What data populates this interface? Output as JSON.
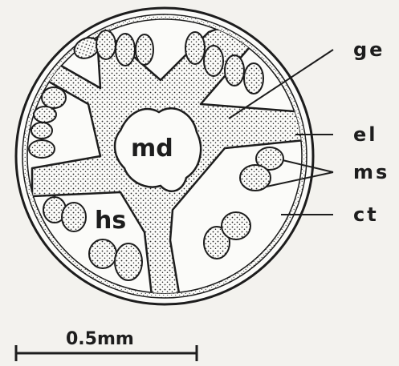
{
  "figure": {
    "labels": {
      "md": "md",
      "hs": "hs",
      "ge": "ge",
      "el": "el",
      "ms": "ms",
      "ct": "ct"
    },
    "scale_bar": {
      "label": "0.5mm"
    }
  },
  "colors": {
    "ink": "#1d1d1d",
    "paper": "#f3f2ee",
    "body": "#fbfbf9"
  }
}
